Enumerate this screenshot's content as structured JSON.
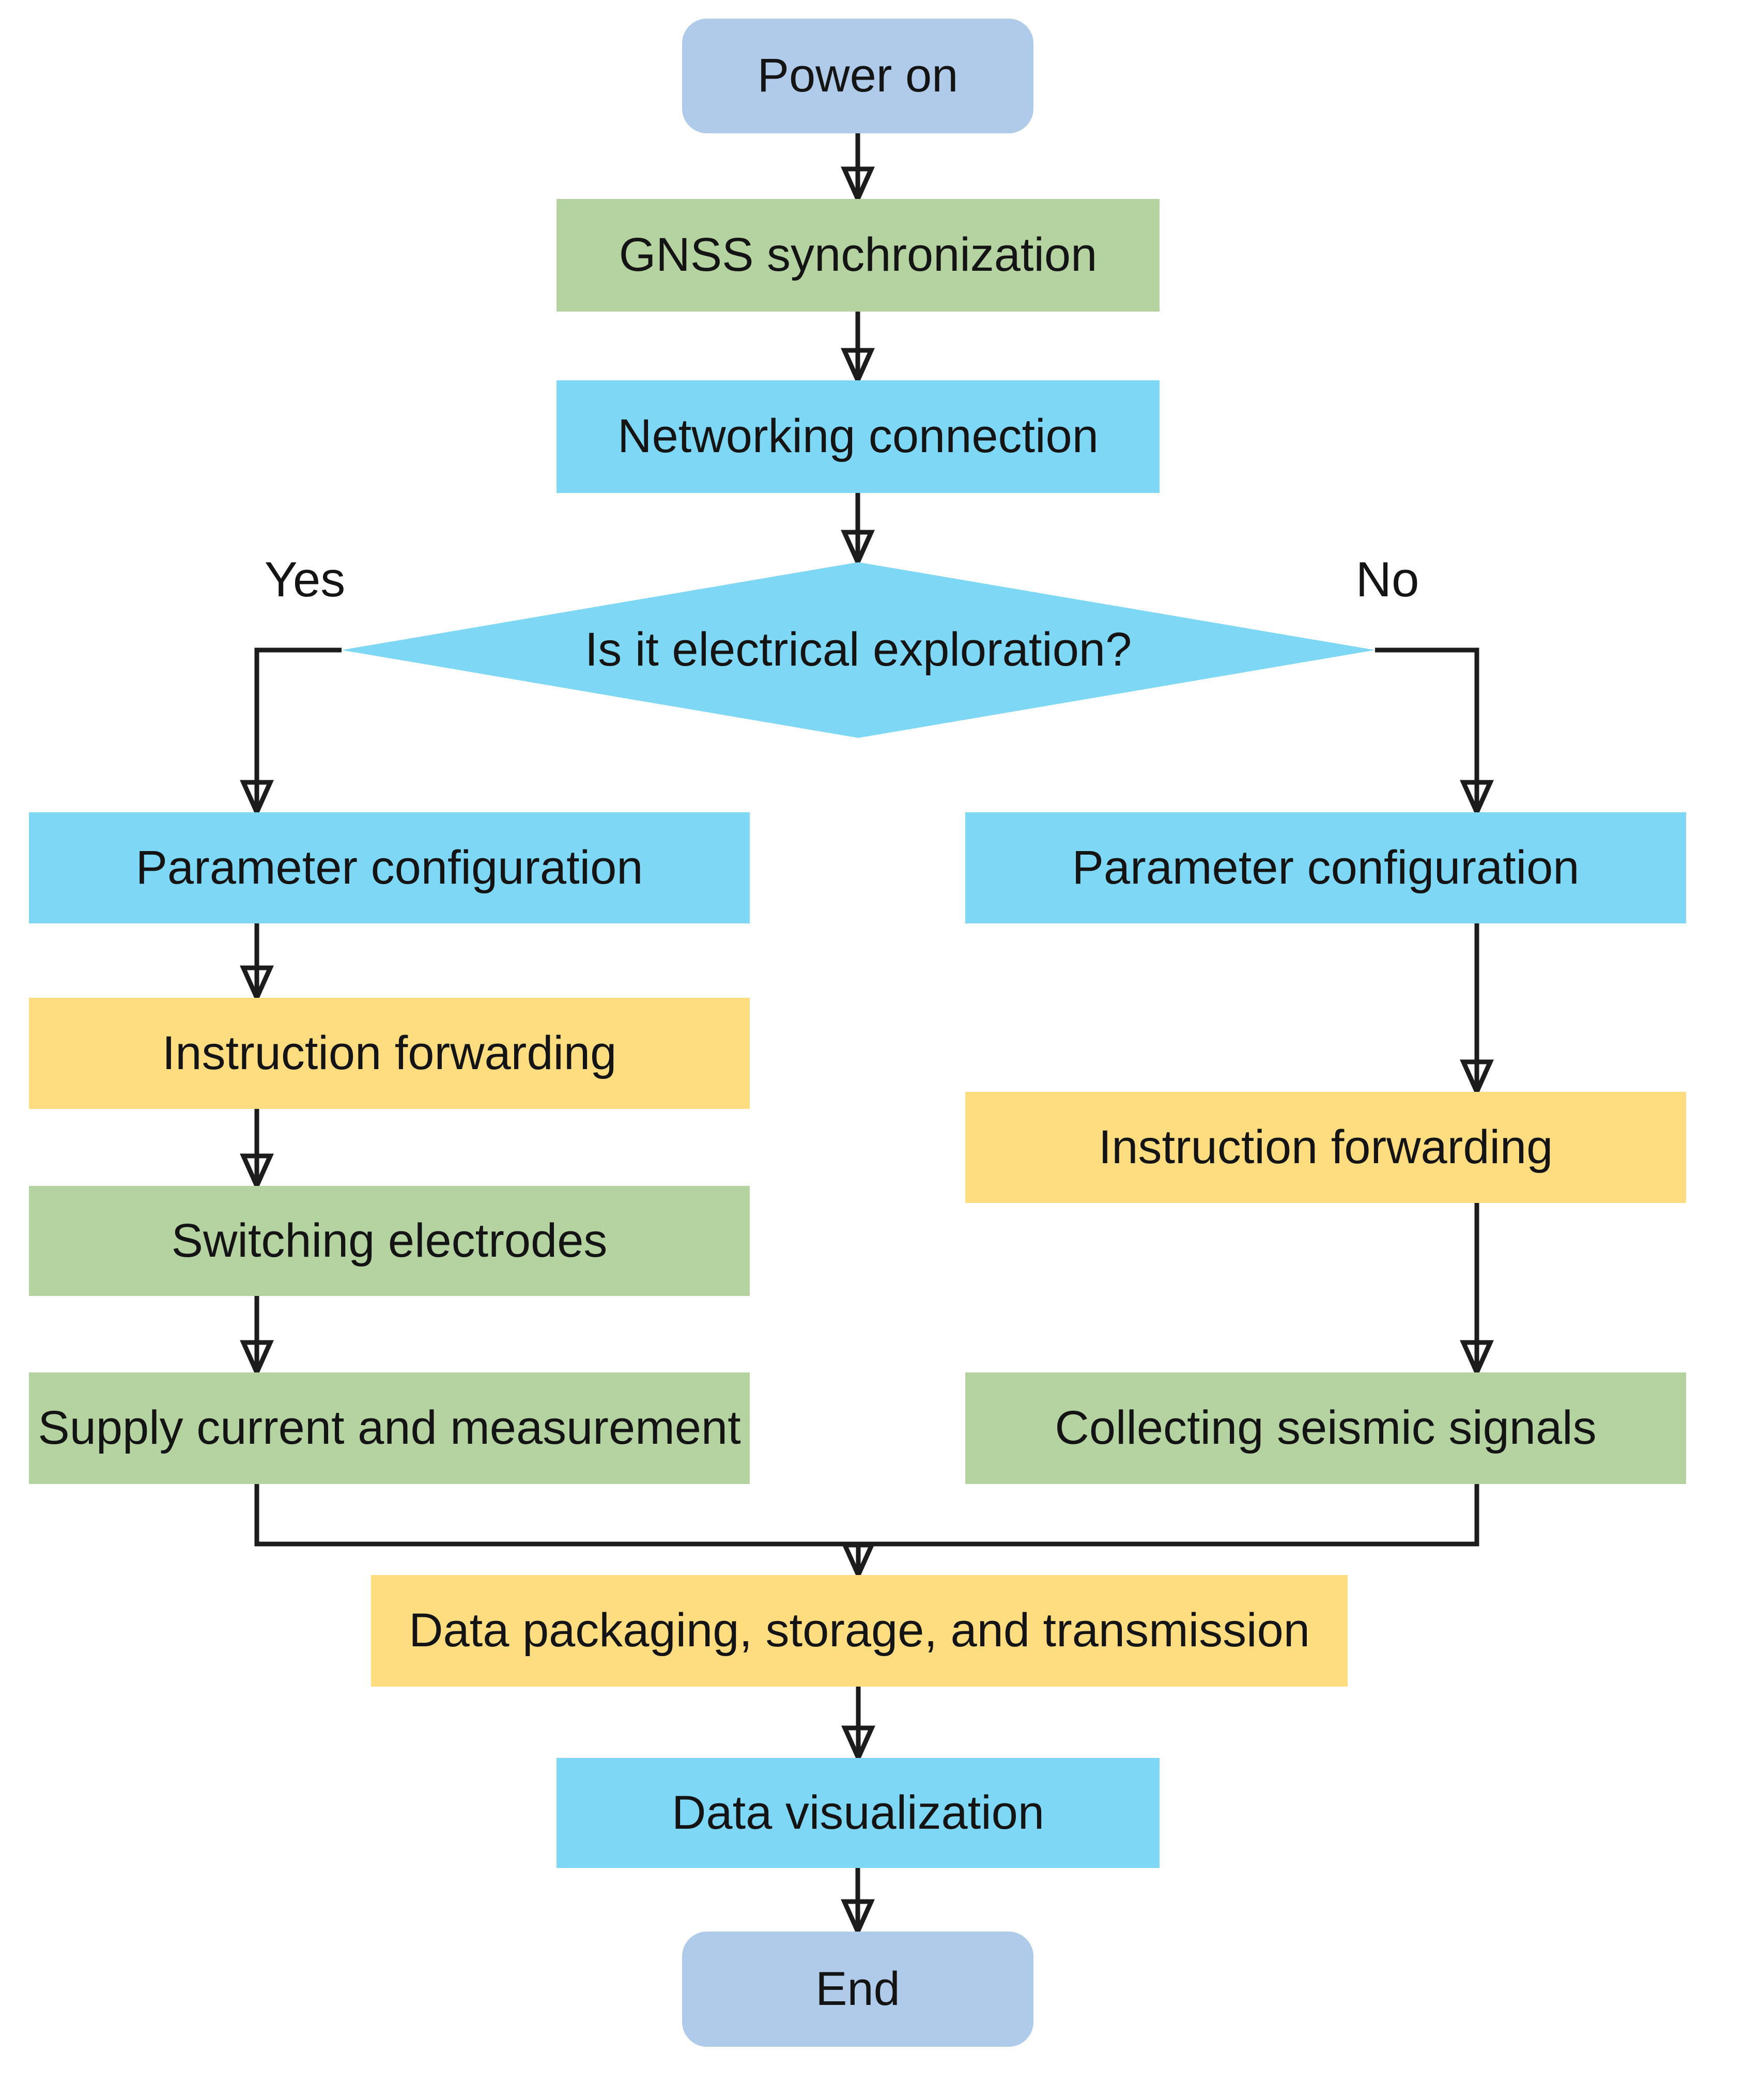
{
  "diagram_type": "flowchart",
  "palette": {
    "terminator_fill": "#AFCBE9",
    "process_green": "#B5D3A0",
    "process_cyan": "#7DD7F5",
    "process_yellow": "#FEDD80",
    "connector_color": "#1C1C1C",
    "text_color": "#141414",
    "background": "#FFFFFF"
  },
  "nodes": {
    "power_on": {
      "label": "Power on",
      "type": "terminator",
      "fill": "#AFCBE9"
    },
    "gnss_sync": {
      "label": "GNSS synchronization",
      "type": "process",
      "fill": "#B5D3A0"
    },
    "networking": {
      "label": "Networking connection",
      "type": "process",
      "fill": "#7DD7F5"
    },
    "decision": {
      "label": "Is it electrical exploration?",
      "type": "decision",
      "fill": "#7DD7F5"
    },
    "param_config_left": {
      "label": "Parameter configuration",
      "type": "process",
      "fill": "#7DD7F5"
    },
    "param_config_right": {
      "label": "Parameter configuration",
      "type": "process",
      "fill": "#7DD7F5"
    },
    "instruction_fwd_left": {
      "label": "Instruction forwarding",
      "type": "process",
      "fill": "#FEDD80"
    },
    "instruction_fwd_right": {
      "label": "Instruction forwarding",
      "type": "process",
      "fill": "#FEDD80"
    },
    "switching_electrodes": {
      "label": "Switching electrodes",
      "type": "process",
      "fill": "#B5D3A0"
    },
    "supply_current": {
      "label": "Supply current and measurement",
      "type": "process",
      "fill": "#B5D3A0"
    },
    "collecting_seismic": {
      "label": "Collecting seismic signals",
      "type": "process",
      "fill": "#B5D3A0"
    },
    "data_packaging": {
      "label": "Data packaging, storage, and transmission",
      "type": "process",
      "fill": "#FEDD80"
    },
    "data_visualization": {
      "label": "Data visualization",
      "type": "process",
      "fill": "#7DD7F5"
    },
    "end": {
      "label": "End",
      "type": "terminator",
      "fill": "#AFCBE9"
    }
  },
  "branch_labels": {
    "yes": "Yes",
    "no": "No"
  },
  "edges": [
    {
      "from": "power_on",
      "to": "gnss_sync",
      "label": ""
    },
    {
      "from": "gnss_sync",
      "to": "networking",
      "label": ""
    },
    {
      "from": "networking",
      "to": "decision",
      "label": ""
    },
    {
      "from": "decision",
      "to": "param_config_left",
      "label": "Yes"
    },
    {
      "from": "decision",
      "to": "param_config_right",
      "label": "No"
    },
    {
      "from": "param_config_left",
      "to": "instruction_fwd_left",
      "label": ""
    },
    {
      "from": "instruction_fwd_left",
      "to": "switching_electrodes",
      "label": ""
    },
    {
      "from": "switching_electrodes",
      "to": "supply_current",
      "label": ""
    },
    {
      "from": "param_config_right",
      "to": "instruction_fwd_right",
      "label": ""
    },
    {
      "from": "instruction_fwd_right",
      "to": "collecting_seismic",
      "label": ""
    },
    {
      "from": "supply_current",
      "to": "data_packaging",
      "label": ""
    },
    {
      "from": "collecting_seismic",
      "to": "data_packaging",
      "label": ""
    },
    {
      "from": "data_packaging",
      "to": "data_visualization",
      "label": ""
    },
    {
      "from": "data_visualization",
      "to": "end",
      "label": ""
    }
  ]
}
